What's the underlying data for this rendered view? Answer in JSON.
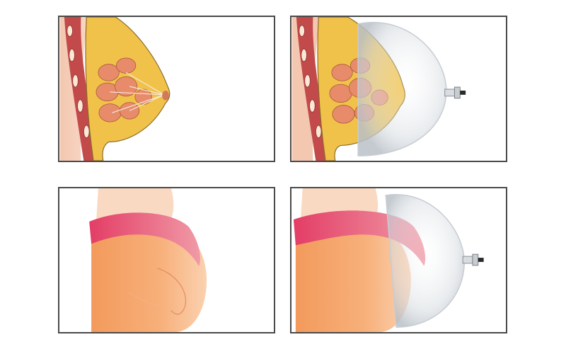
{
  "panels": [
    {
      "name": "breast-anatomy-panel",
      "cup_attached": false
    },
    {
      "name": "breast-with-cup-panel",
      "cup_attached": true
    },
    {
      "name": "buttocks-panel",
      "cup_attached": false
    },
    {
      "name": "buttocks-with-cup-panel",
      "cup_attached": true
    }
  ],
  "colors": {
    "frame": "#4a4a4a",
    "skin": "#f6c7a6",
    "muscle": "#c24a4a",
    "fat": "#f1c24a",
    "gland": "#e88b6a",
    "buttock_skin": "#f7a66a",
    "buttock_band": "#e8456a",
    "cup": "#cfd3d8"
  }
}
